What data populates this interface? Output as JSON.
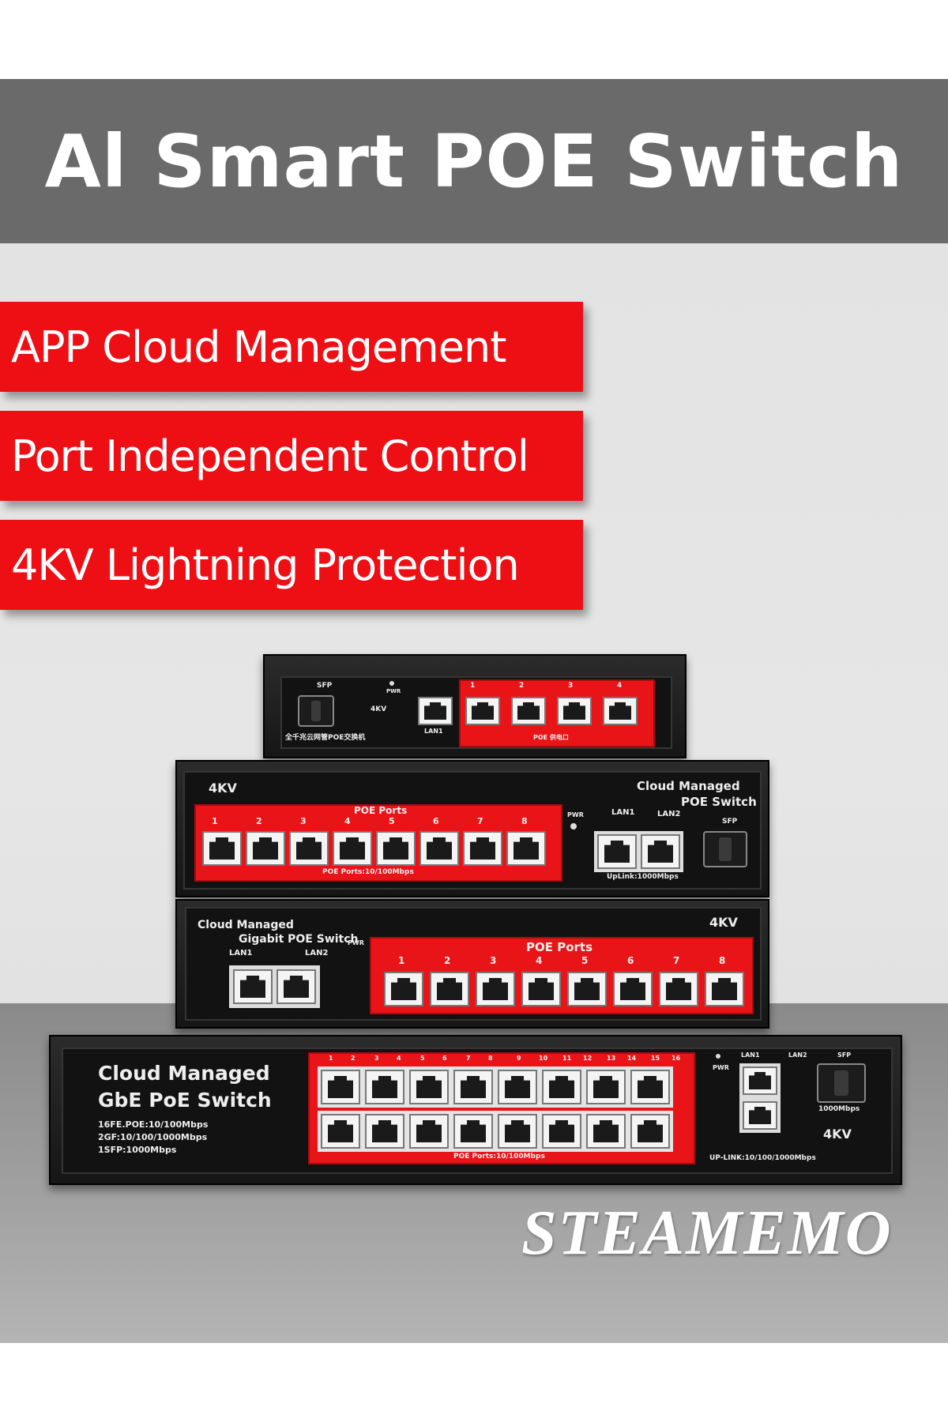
{
  "header": {
    "title": "Al Smart POE Switch"
  },
  "features": [
    {
      "label": "APP Cloud Management"
    },
    {
      "label": "Port Independent Control"
    },
    {
      "label": "4KV Lightning Protection"
    }
  ],
  "products": {
    "s4": {
      "sfp_label": "SFP",
      "pwr_label": "PWR",
      "kv_label": "4KV",
      "port_numbers": [
        "1",
        "2",
        "3",
        "4"
      ],
      "lan_label": "LAN1",
      "poe_caption": "POE 供电口",
      "name_cn": "全千兆云网管POE交换机"
    },
    "s8a": {
      "kv_label": "4KV",
      "title_line1": "Cloud Managed",
      "title_line2": "POE Switch",
      "poe_title": "POE Ports",
      "port_numbers": [
        "1",
        "2",
        "3",
        "4",
        "5",
        "6",
        "7",
        "8"
      ],
      "pwr_label": "PWR",
      "lan1_label": "LAN1",
      "lan2_label": "LAN2",
      "sfp_label": "SFP",
      "poe_caption": "POE Ports:10/100Mbps",
      "uplink_caption": "UpLink:1000Mbps"
    },
    "s8b": {
      "title_line1": "Cloud Managed",
      "title_line2": "Gigabit POE Switch",
      "lan1_label": "LAN1",
      "lan2_label": "LAN2",
      "pwr_label": "PWR",
      "kv_label": "4KV",
      "poe_title": "POE Ports",
      "port_numbers": [
        "1",
        "2",
        "3",
        "4",
        "5",
        "6",
        "7",
        "8"
      ]
    },
    "s16": {
      "title_line1": "Cloud Managed",
      "title_line2": "GbE PoE Switch",
      "spec1": "16FE.POE:10/100Mbps",
      "spec2": "2GF:10/100/1000Mbps",
      "spec3": "1SFP:1000Mbps",
      "port_numbers": [
        "1",
        "2",
        "3",
        "4",
        "5",
        "6",
        "7",
        "8",
        "9",
        "10",
        "11",
        "12",
        "13",
        "14",
        "15",
        "16"
      ],
      "poe_caption": "POE Ports:10/100Mbps",
      "pwr_label": "PWR",
      "lan1_label": "LAN1",
      "lan2_label": "LAN2",
      "sfp_label": "SFP",
      "sfp_speed": "1000Mbps",
      "kv_label": "4KV",
      "uplink_caption": "UP-LINK:10/100/1000Mbps"
    }
  },
  "brand": {
    "name": "STEAMEMO"
  },
  "colors": {
    "accent_red": "#ee0f15",
    "header_gray": "#6a6a6a",
    "device_black": "#1a1a1a"
  }
}
